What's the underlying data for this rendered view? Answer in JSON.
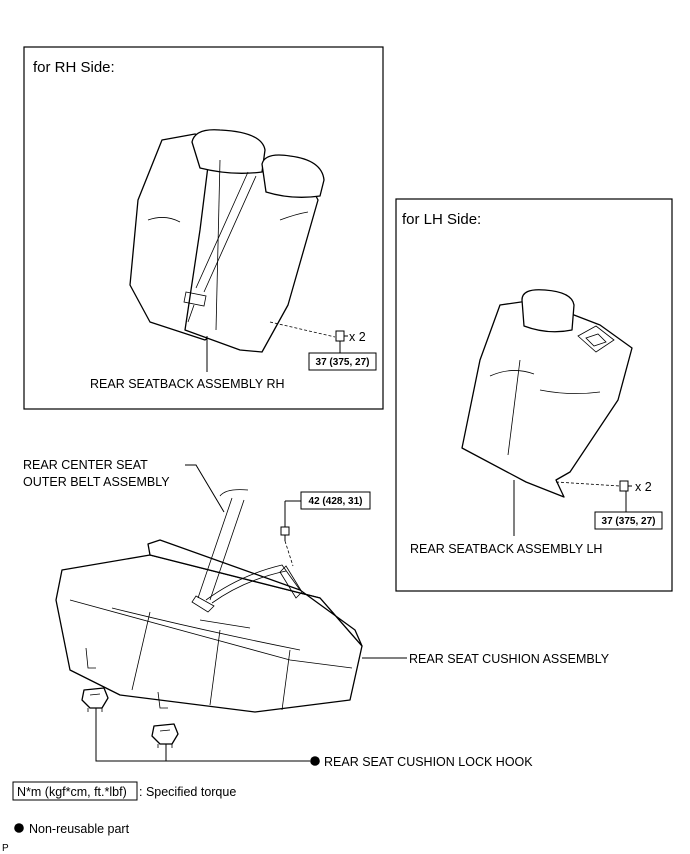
{
  "panels": {
    "rh": {
      "title": "for RH Side:",
      "part_label": "REAR SEATBACK ASSEMBLY RH",
      "torque": "37 (375, 27)",
      "qty": "x 2"
    },
    "lh": {
      "title": "for LH Side:",
      "part_label": "REAR SEATBACK ASSEMBLY LH",
      "torque": "37 (375, 27)",
      "qty": "x 2"
    }
  },
  "cushion": {
    "belt_label_line1": "REAR CENTER SEAT",
    "belt_label_line2": "OUTER BELT ASSEMBLY",
    "belt_torque": "42 (428, 31)",
    "cushion_label": "REAR SEAT CUSHION ASSEMBLY",
    "hook_label": "REAR SEAT CUSHION LOCK HOOK"
  },
  "legend": {
    "torque_unit": "N*m (kgf*cm, ft.*lbf)",
    "torque_desc": ": Specified torque",
    "nonreusable": "Non-reusable part"
  },
  "corner_mark": "P"
}
